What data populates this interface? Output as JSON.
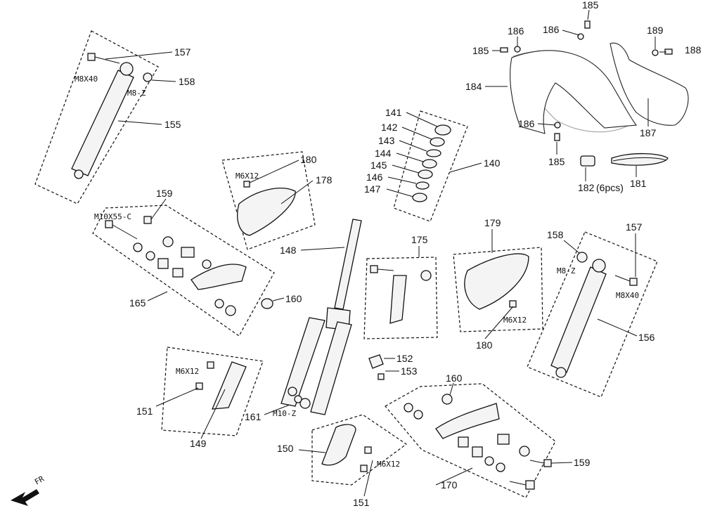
{
  "callouts": {
    "c185a": "185",
    "c186a": "186",
    "c186b": "186",
    "c185b": "185",
    "c184": "184",
    "c189": "189",
    "c188": "188",
    "c187": "187",
    "c186c": "186",
    "c185c": "185",
    "c182": "182",
    "c182note": "(6pcs)",
    "c181": "181",
    "c157a": "157",
    "c158a": "158",
    "c155": "155",
    "c141": "141",
    "c142": "142",
    "c143": "143",
    "c144": "144",
    "c145": "145",
    "c146": "146",
    "c147": "147",
    "c140": "140",
    "c180a": "180",
    "c178": "178",
    "c159a": "159",
    "c165": "165",
    "c160a": "160",
    "c148": "148",
    "c175": "175",
    "c179": "179",
    "c158b": "158",
    "c157b": "157",
    "c180b": "180",
    "c156": "156",
    "c152": "152",
    "c153": "153",
    "c151a": "151",
    "c149": "149",
    "c161": "161",
    "c160b": "160",
    "c150": "150",
    "c151b": "151",
    "c170": "170",
    "c159b": "159"
  },
  "specs": {
    "m8x40a": "M8X40",
    "m8za": "M8-Z",
    "m6x12a": "M6X12",
    "m10x55": "M10X55-C",
    "m8zb": "M8-Z",
    "m8x40b": "M8X40",
    "m6x12b": "M6X12",
    "m6x12c": "M6X12",
    "m10z": "M10-Z",
    "m6x12d": "M6X12"
  },
  "direction_label": "FR",
  "icons": {
    "direction": "arrow-front-icon"
  }
}
